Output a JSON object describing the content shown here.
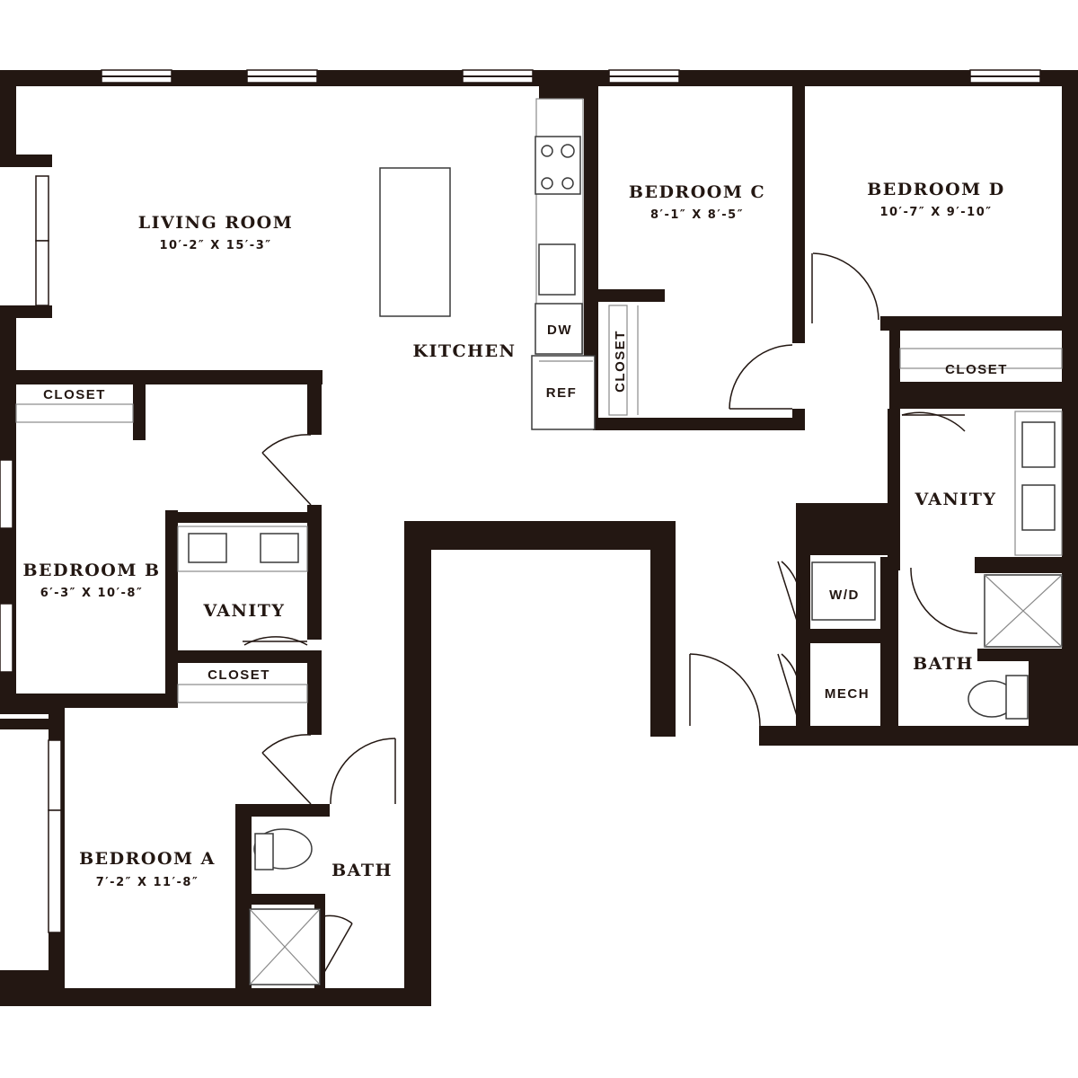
{
  "rooms": {
    "living_room": {
      "name": "LIVING ROOM",
      "dims": "10′-2″ X 15′-3″"
    },
    "kitchen": {
      "name": "KITCHEN"
    },
    "bedroom_a": {
      "name": "BEDROOM A",
      "dims": "7′-2″ X 11′-8″"
    },
    "bedroom_b": {
      "name": "BEDROOM B",
      "dims": "6′-3″ X 10′-8″"
    },
    "bedroom_c": {
      "name": "BEDROOM C",
      "dims": "8′-1″ X 8′-5″"
    },
    "bedroom_d": {
      "name": "BEDROOM D",
      "dims": "10′-7″ X 9′-10″"
    }
  },
  "labels": {
    "closet_b": "CLOSET",
    "closet_a": "CLOSET",
    "closet_c": "CLOSET",
    "closet_d": "CLOSET",
    "vanity_left": "VANITY",
    "vanity_right": "VANITY",
    "bath_left": "BATH",
    "bath_right": "BATH",
    "dw": "DW",
    "ref": "REF",
    "wd": "W/D",
    "mech": "MECH"
  },
  "colors": {
    "wall": "#231712",
    "background": "#ffffff"
  }
}
